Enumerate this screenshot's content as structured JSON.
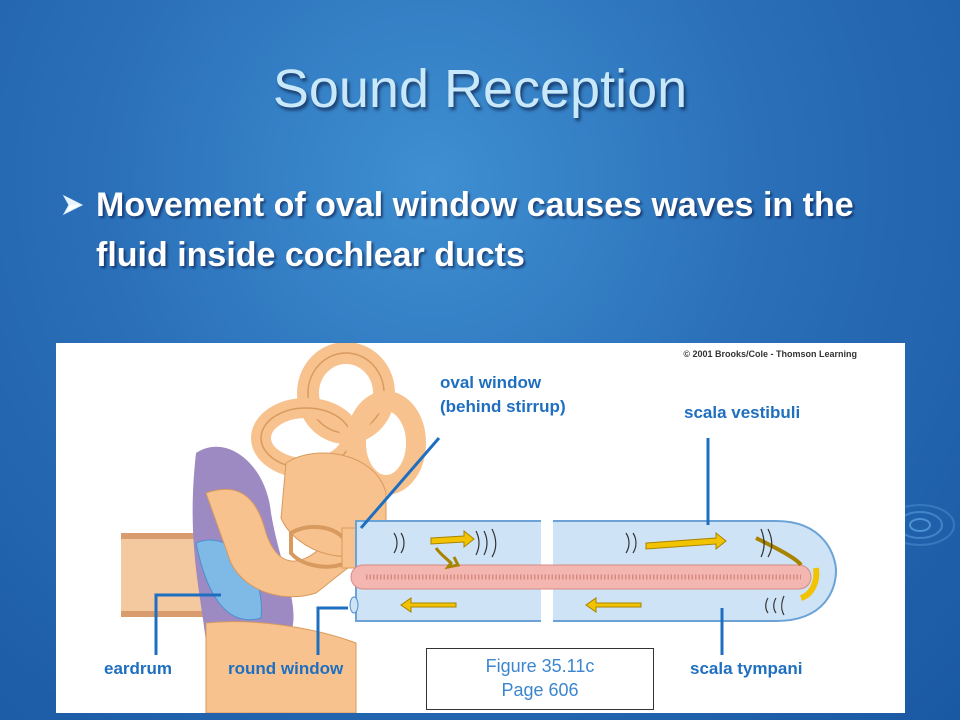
{
  "slide": {
    "title": "Sound Reception",
    "bullet_icon": "arrow-bullet-icon",
    "bullet_text": "Movement of oval window causes waves in the fluid inside cochlear ducts"
  },
  "figure": {
    "copyright": "© 2001 Brooks/Cole - Thomson Learning",
    "labels": {
      "oval_window_line1": "oval window",
      "oval_window_line2": "(behind stirrup)",
      "scala_vestibuli": "scala vestibuli",
      "eardrum": "eardrum",
      "round_window": "round window",
      "scala_tympani": "scala tympani"
    },
    "caption_line1": "Figure 35.11c",
    "caption_line2": "Page 606"
  },
  "colors": {
    "label_blue": "#1f6fc1",
    "caption_blue": "#3b86cf",
    "ear_tissue": "#f7c28e",
    "duct_fluid": "#cfe3f7",
    "membrane": "#f4b6b0",
    "arrow_yellow": "#f2c300"
  }
}
